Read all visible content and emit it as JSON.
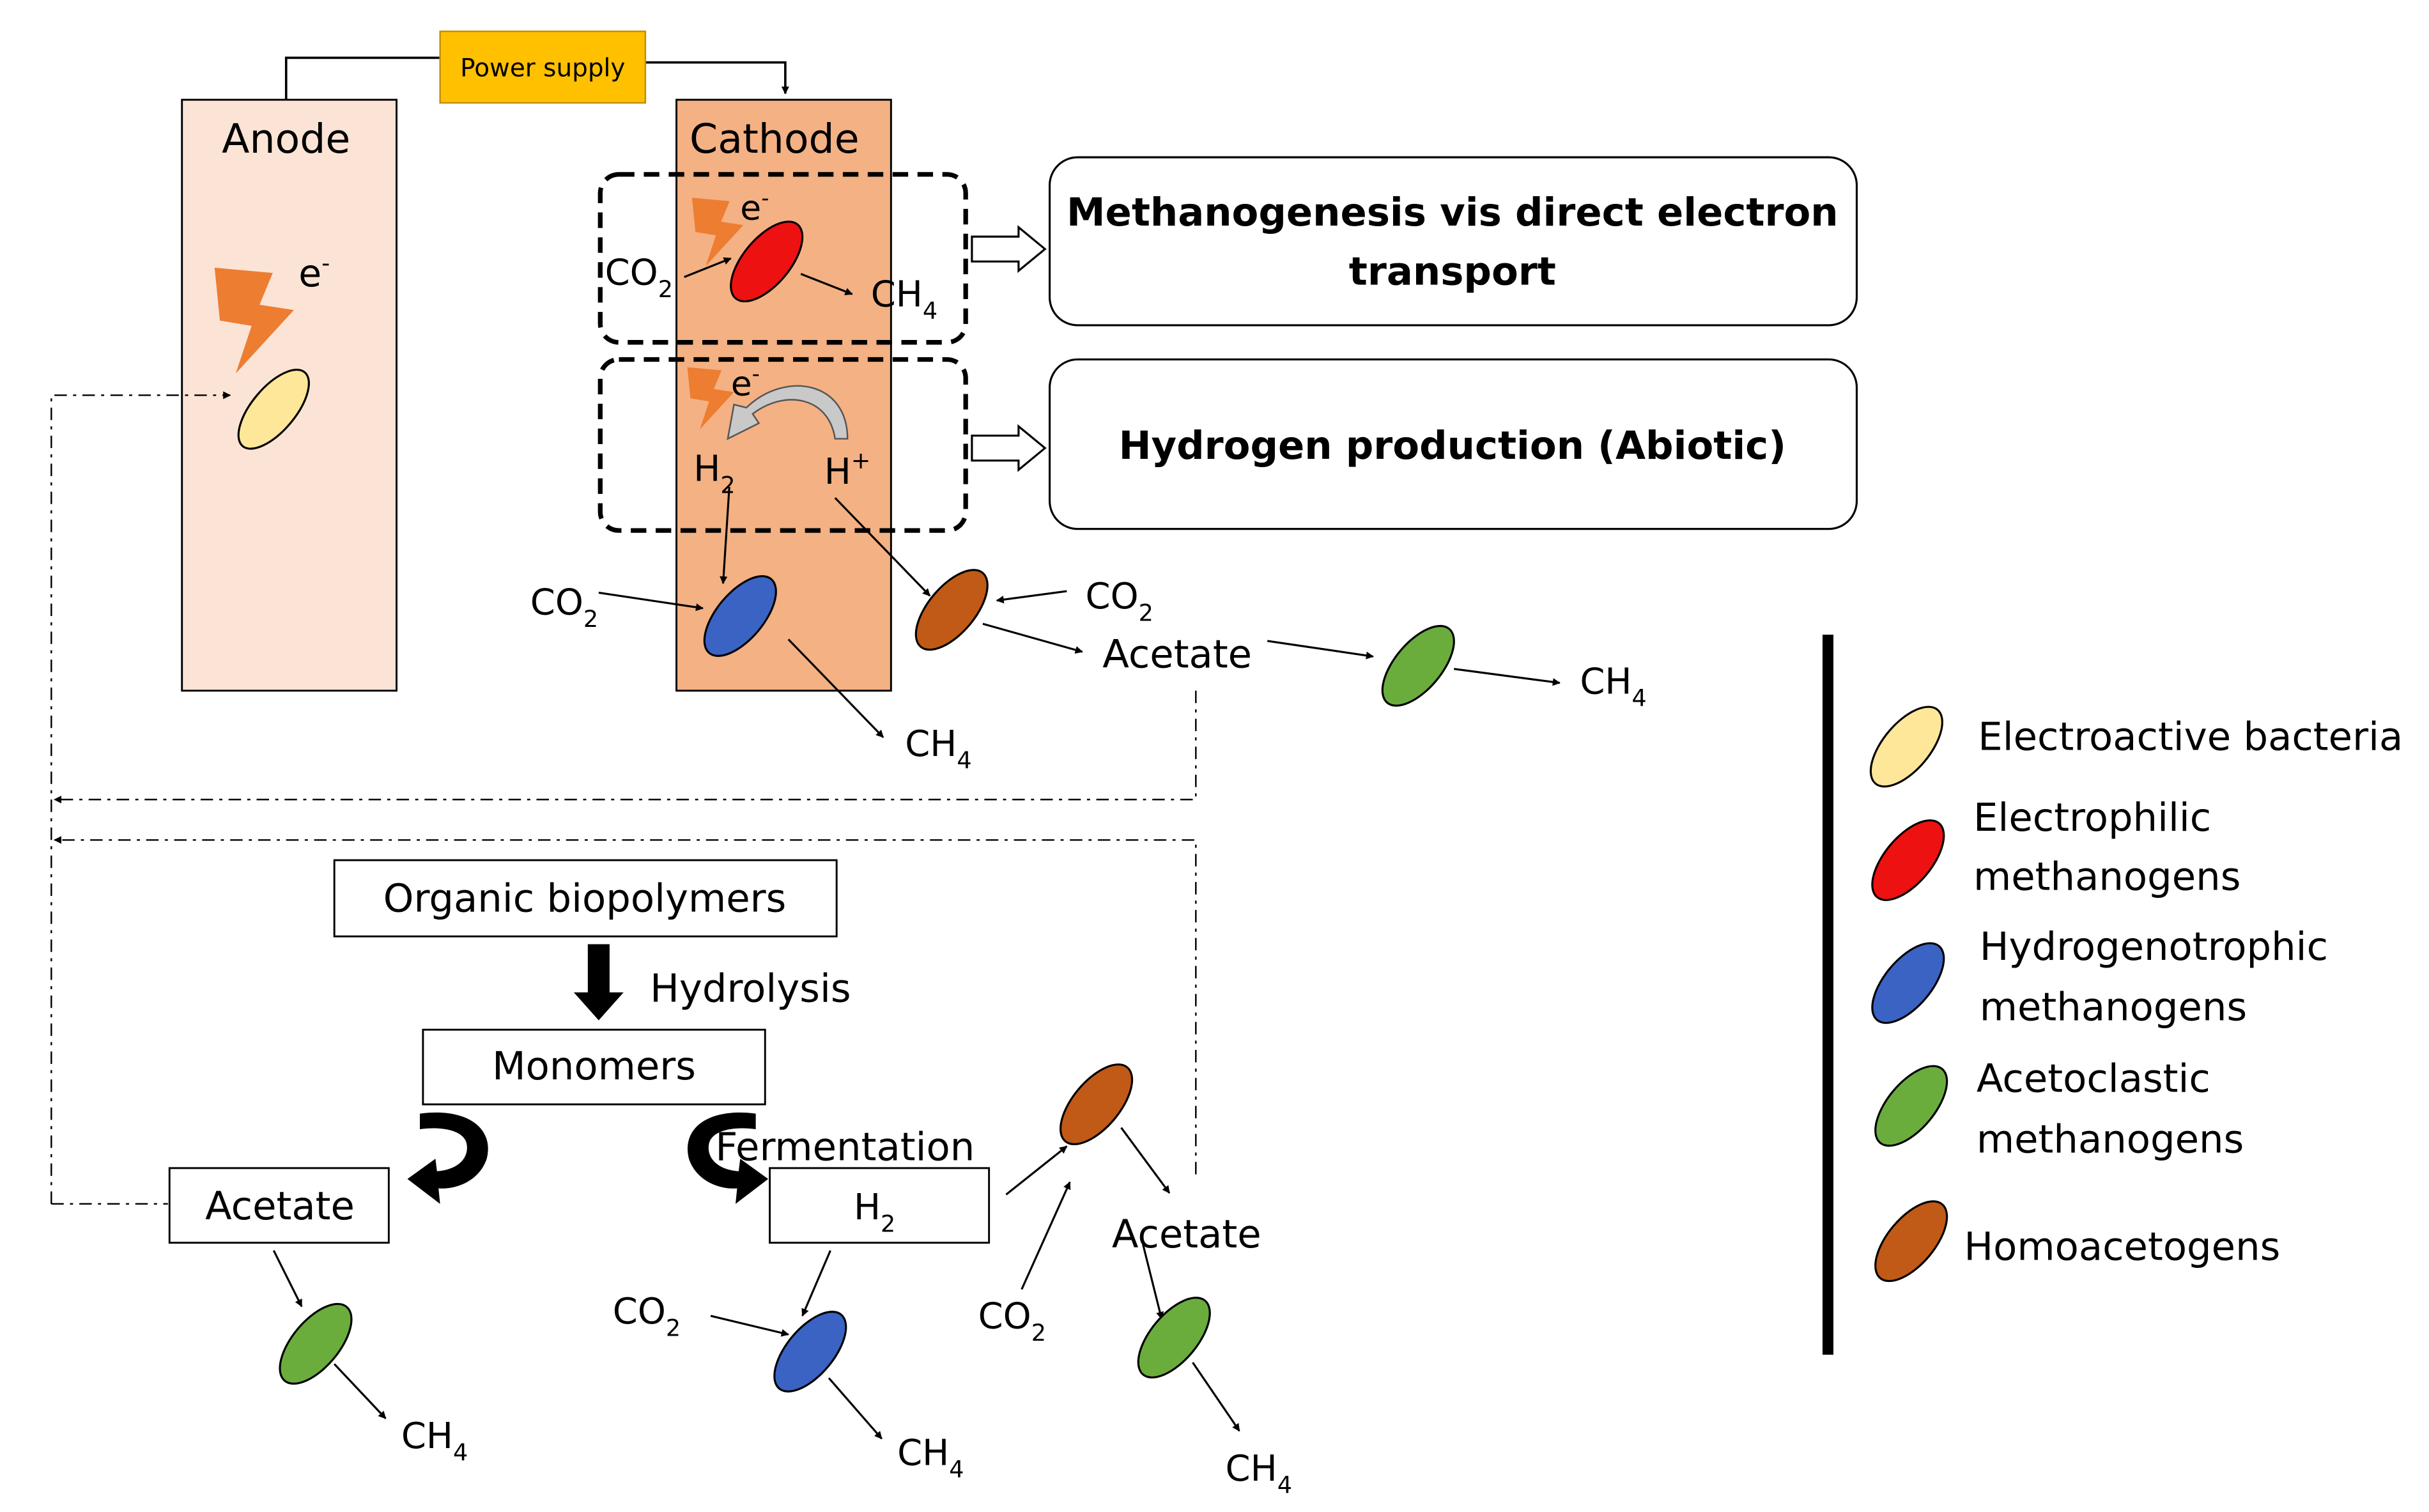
{
  "power_supply": "Power supply",
  "anode": {
    "label": "Anode",
    "electron": "e",
    "electron_sup": "-"
  },
  "cathode": {
    "label": "Cathode"
  },
  "top_module": {
    "electron": "e",
    "electron_sup": "-",
    "co2": "CO",
    "co2_sub": "2",
    "ch4": "CH",
    "ch4_sub": "4",
    "caption_line1": "Methanogenesis vis direct electron",
    "caption_line2": "transport"
  },
  "mid_module": {
    "electron": "e",
    "electron_sup": "-",
    "h2": "H",
    "h2_sub": "2",
    "hplus": "H",
    "hplus_sup": "+",
    "caption": "Hydrogen production (Abiotic)"
  },
  "cathode_lower": {
    "co2_left": "CO",
    "co2_left_sub": "2",
    "ch4": "CH",
    "ch4_sub": "4",
    "co2_right": "CO",
    "co2_right_sub": "2",
    "acetate": "Acetate",
    "ch4_right": "CH",
    "ch4_right_sub": "4"
  },
  "digestion": {
    "organic": "Organic biopolymers",
    "hydrolysis": "Hydrolysis",
    "monomers": "Monomers",
    "fermentation": "Fermentation",
    "acetate": "Acetate",
    "h2": "H",
    "h2_sub": "2",
    "ch4_a": "CH",
    "ch4_a_sub": "4",
    "co2_b": "CO",
    "co2_b_sub": "2",
    "ch4_b": "CH",
    "ch4_b_sub": "4",
    "co2_c": "CO",
    "co2_c_sub": "2",
    "acetate2": "Acetate",
    "ch4_c": "CH",
    "ch4_c_sub": "4"
  },
  "legend": [
    {
      "line1": "Electroactive bacteria",
      "line2": "",
      "color": "#ffe79a"
    },
    {
      "line1": "Electrophilic",
      "line2": "methanogens",
      "color": "#ee1111"
    },
    {
      "line1": "Hydrogenotrophic",
      "line2": "methanogens",
      "color": "#3a63c4"
    },
    {
      "line1": "Acetoclastic",
      "line2": "methanogens",
      "color": "#6aad3d"
    },
    {
      "line1": "Homoacetogens",
      "line2": "",
      "color": "#c05a16"
    }
  ],
  "colors": {
    "anode_fill": "#fbe4d5",
    "cathode_fill": "#f4b183",
    "power_fill": "#ffc000",
    "bolt": "#ed7d31"
  }
}
